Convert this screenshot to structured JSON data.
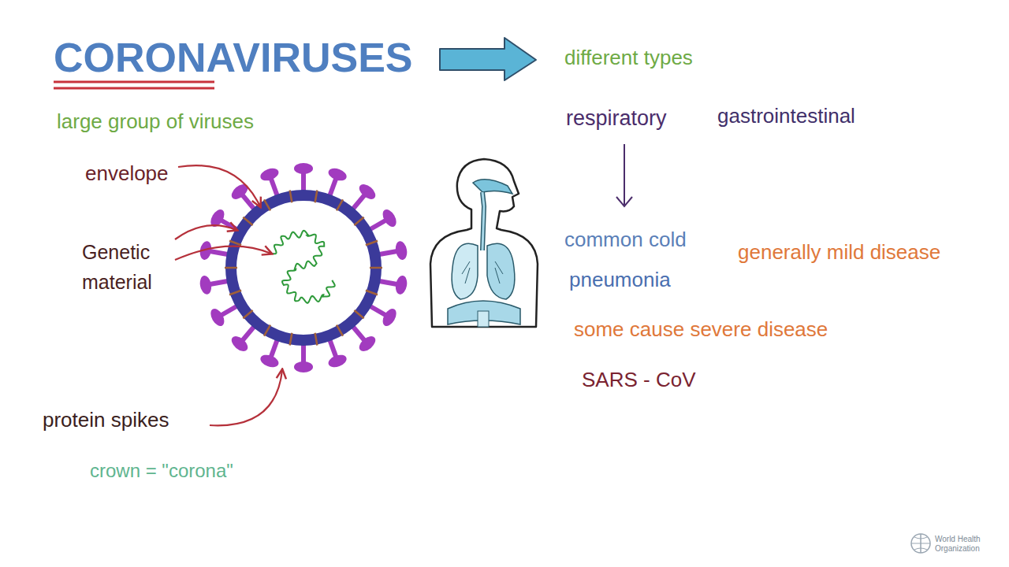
{
  "diagram": {
    "title": "CORONAVIRUSES",
    "labels": [
      "different types",
      "large group of viruses",
      "envelope",
      "Genetic material",
      "protein spikes",
      "crown = \"corona\"",
      "respiratory",
      "gastrointestinal",
      "common cold",
      "pneumonia",
      "generally mild disease",
      "some cause severe disease",
      "SARS - CoV",
      "World Health Organization"
    ]
  }
}
